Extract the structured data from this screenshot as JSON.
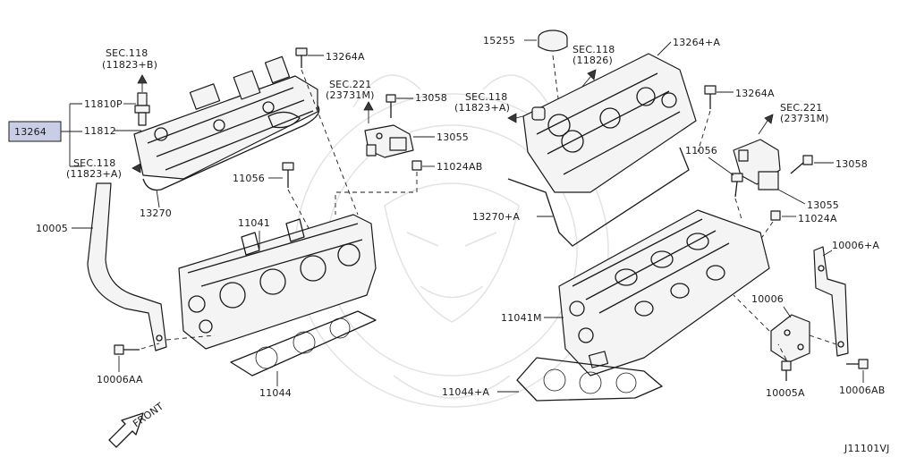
{
  "figure_id": "J11101VJ",
  "front_label": "FRONT",
  "highlight": {
    "part": "13264",
    "color": "#c9cde6"
  },
  "callouts": {
    "sec118_b": {
      "line1": "SEC.118",
      "line2": "(11823+B)"
    },
    "sec118_a_left": {
      "line1": "SEC.118",
      "line2": "(11823+A)"
    },
    "sec221_left": {
      "line1": "SEC.221",
      "line2": "(23731M)"
    },
    "sec118_center": {
      "line1": "SEC.118",
      "line2": "(11823+A)"
    },
    "sec118_top": {
      "line1": "SEC.118",
      "line2": "(11826)"
    },
    "sec221_right": {
      "line1": "SEC.221",
      "line2": "(23731M)"
    }
  },
  "labels": {
    "p13264": "13264",
    "p11810p": "11810P",
    "p11812": "11812",
    "p13264a_left": "13264A",
    "p13058_left": "13058",
    "p13055_left": "13055",
    "p11024ab": "11024AB",
    "p11056_left": "11056",
    "p13270": "13270",
    "p10005": "10005",
    "p11041": "11041",
    "p10006aa": "10006AA",
    "p11044": "11044",
    "p15255": "15255",
    "p13264plusa": "13264+A",
    "p13264a_right": "13264A",
    "p13058_right": "13058",
    "p11056_right": "11056",
    "p13055_right": "13055",
    "p11024a": "11024A",
    "p13270plusa": "13270+A",
    "p10006plusa": "10006+A",
    "p10006": "10006",
    "p11041m": "11041M",
    "p11044plusa": "11044+A",
    "p10005a": "10005A",
    "p10006ab": "10006AB"
  }
}
